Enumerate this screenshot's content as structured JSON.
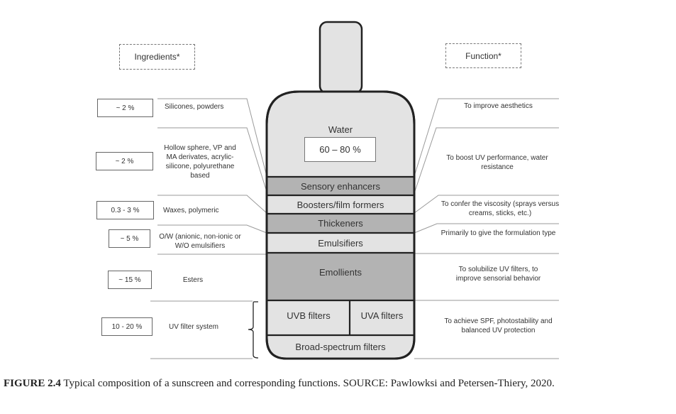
{
  "headers": {
    "ingredients": "Ingredients*",
    "function": "Function*"
  },
  "water": {
    "label": "Water",
    "percent": "60 – 80 %"
  },
  "layers": [
    {
      "name": "Sensory enhancers",
      "shade": "dark"
    },
    {
      "name": "Boosters/film formers",
      "shade": "light"
    },
    {
      "name": "Thickeners",
      "shade": "dark"
    },
    {
      "name": "Emulsifiers",
      "shade": "light"
    },
    {
      "name": "Emollients",
      "shade": "dark"
    },
    {
      "name": "UVB filters",
      "shade": "light"
    },
    {
      "name": "UVA filters",
      "shade": "light"
    },
    {
      "name": "Broad-spectrum filters",
      "shade": "light"
    }
  ],
  "rows": [
    {
      "percent": "~ 2 %",
      "ingredient": "Silicones, powders",
      "function": "To improve aesthetics"
    },
    {
      "percent": "~ 2 %",
      "ingredient": "Hollow sphere, VP and MA derivates, acrylic-silicone, polyurethane based",
      "function": "To boost UV performance, water resistance"
    },
    {
      "percent": "0.3 - 3 %",
      "ingredient": "Waxes, polymeric",
      "function": "To confer the viscosity (sprays versus creams, sticks, etc.)"
    },
    {
      "percent": "~ 5 %",
      "ingredient": "O/W (anionic, non-ionic or W/O emulsifiers",
      "function": "Primarily to give the formulation type"
    },
    {
      "percent": "~ 15 %",
      "ingredient": "Esters",
      "function": "To solubilize UV filters, to improve sensorial behavior"
    },
    {
      "percent": "10 - 20 %",
      "ingredient": "UV filter system",
      "function": "To achieve SPF, photostability and balanced UV protection"
    }
  ],
  "colors": {
    "light_fill": "#e3e3e3",
    "dark_fill": "#b3b3b3",
    "outline": "#222222",
    "connector": "#999999"
  },
  "caption": {
    "label": "FIGURE 2.4",
    "text": "Typical composition of a sunscreen and corresponding functions. SOURCE: Pawlowksi and Petersen-Thiery, 2020."
  }
}
